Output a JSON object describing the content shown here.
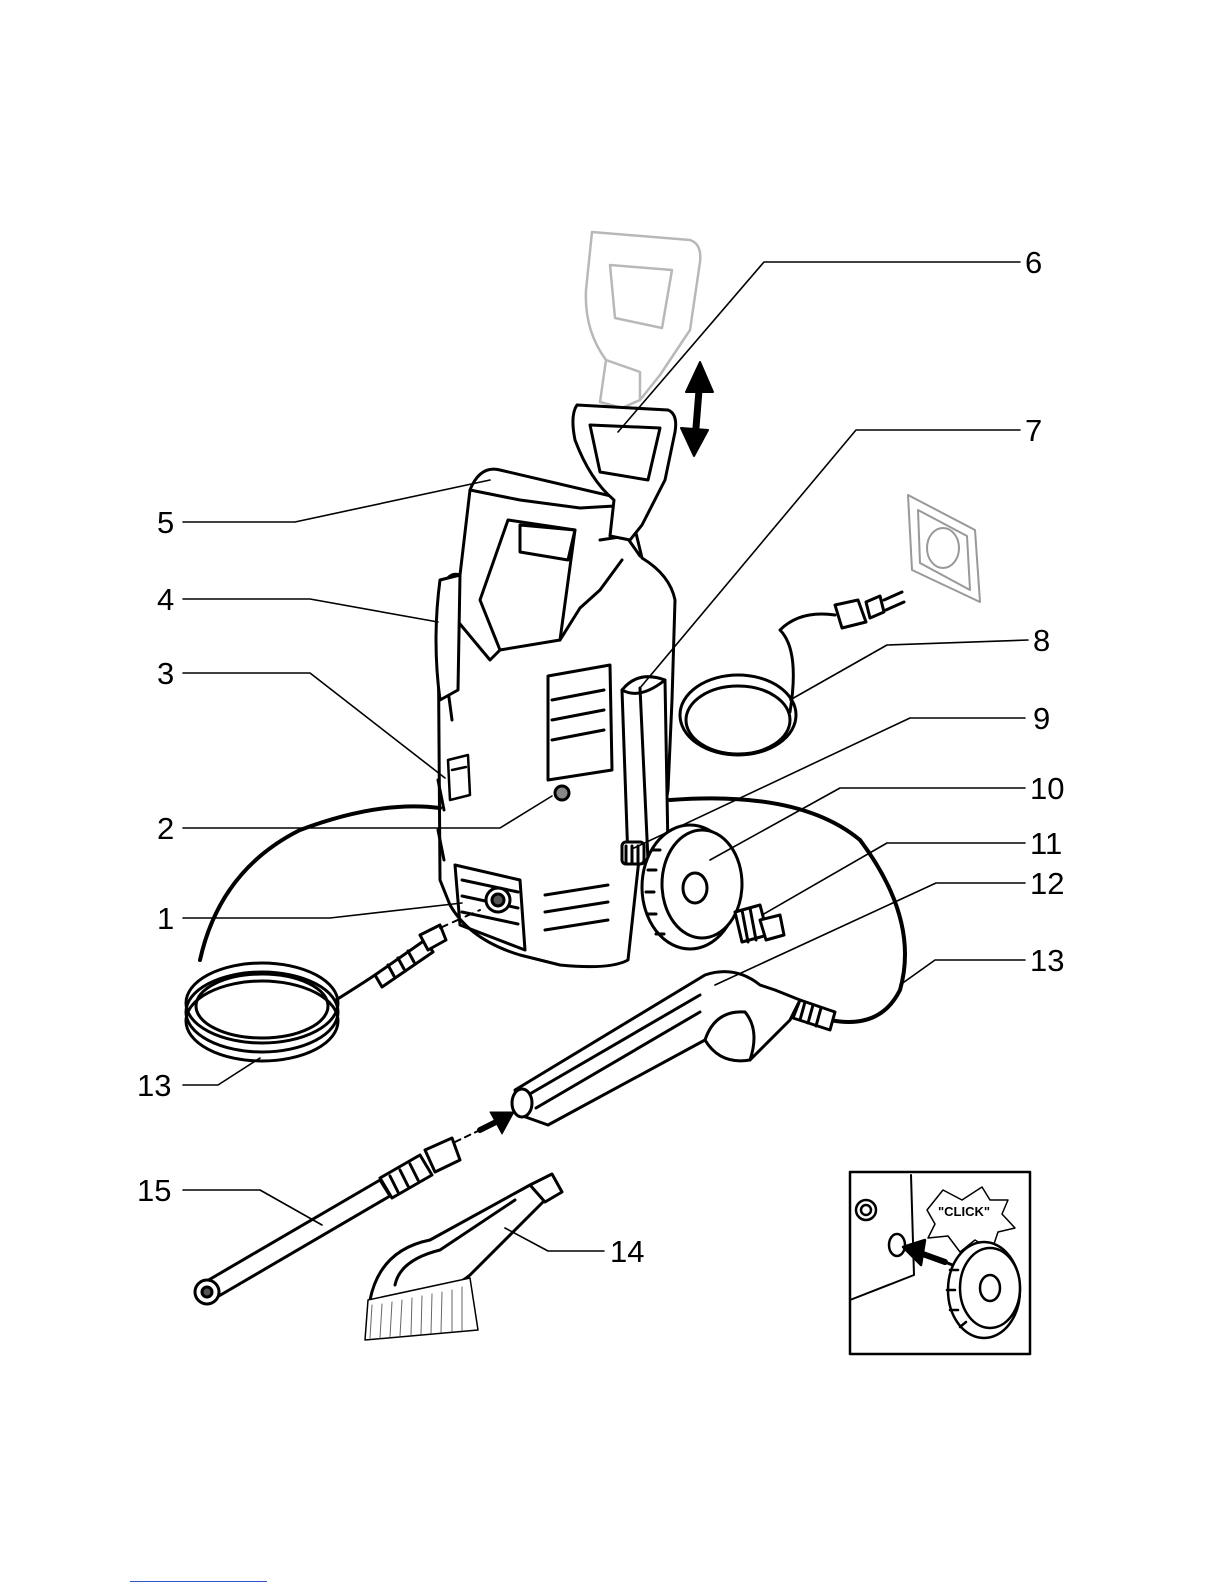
{
  "callouts": {
    "c1": "1",
    "c2": "2",
    "c3": "3",
    "c4": "4",
    "c5": "5",
    "c6": "6",
    "c7": "7",
    "c8": "8",
    "c9": "9",
    "c10": "10",
    "c11": "11",
    "c12": "12",
    "c13_right": "13",
    "c13_left": "13",
    "c14": "14",
    "c15": "15"
  },
  "inset": {
    "click_label": "\"CLICK\""
  }
}
